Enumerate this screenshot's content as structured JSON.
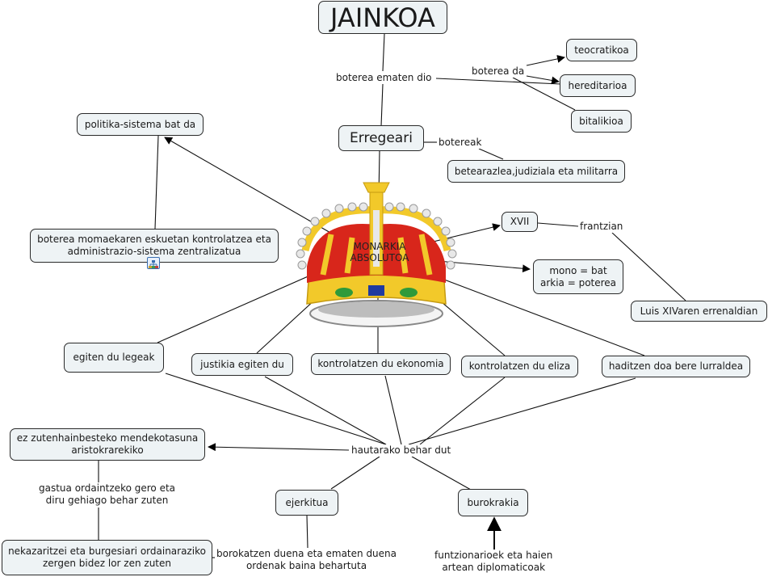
{
  "diagram": {
    "type": "concept-map",
    "central_concept": "MONARKIA\nABSOLUTOA",
    "nodes": {
      "jainkoa": "JAINKOA",
      "erregeari": "Erregeari",
      "teocratikoa": "teocratikoa",
      "hereditarioa": "hereditarioa",
      "bitalikioa": "bitalikioa",
      "betearazlea": "betearazlea,judiziala eta militarra",
      "politika": "politika-sistema bat da",
      "boterea_momaekaren": "boterea momaekaren eskuetan kontrolatzea eta\nadministrazio-sistema zentralizatua",
      "xvii": "XVII",
      "mono": "mono = bat\narkia = poterea",
      "luis": "Luis XIVaren errenaldian",
      "egiten_legeak": "egiten du legeak",
      "justikia": "justikia egiten du",
      "ekonomia": "kontrolatzen du ekonomia",
      "eliza": "kontrolatzen du eliza",
      "haditzen": "haditzen doa bere lurraldea",
      "ez_zuten": "ez zutenhainbesteko mendekotasuna\naristokrarekiko",
      "nekazaritzei": "nekazaritzei eta burgesiari ordainaraziko\nzergen bidez lor zen zuten",
      "ejerkitua": "ejerkitua",
      "burokrakia": "burokrakia"
    },
    "link_labels": {
      "boterea_ematen": "boterea ematen dio",
      "boterea_da": "boterea da",
      "botereak": "botereak",
      "frantzian": "frantzian",
      "hautarako": "hautarako behar dut",
      "gastua": "gastua ordaintzeko gero eta\ndiru gehiago behar zuten",
      "borokatzen": "borokatzen duena eta ematen duena\nordenak baina behartuta",
      "funtzionarioek": "funtzionarioek eta haien\nartean diplomaticoak"
    },
    "icons": {
      "submap": "concept-map-submap-icon",
      "crown": "crown-image"
    },
    "colors": {
      "node_fill": "#eef3f5",
      "node_border": "#2a2a2a",
      "crown_red": "#d8261b",
      "crown_gold": "#f2c92a"
    }
  }
}
